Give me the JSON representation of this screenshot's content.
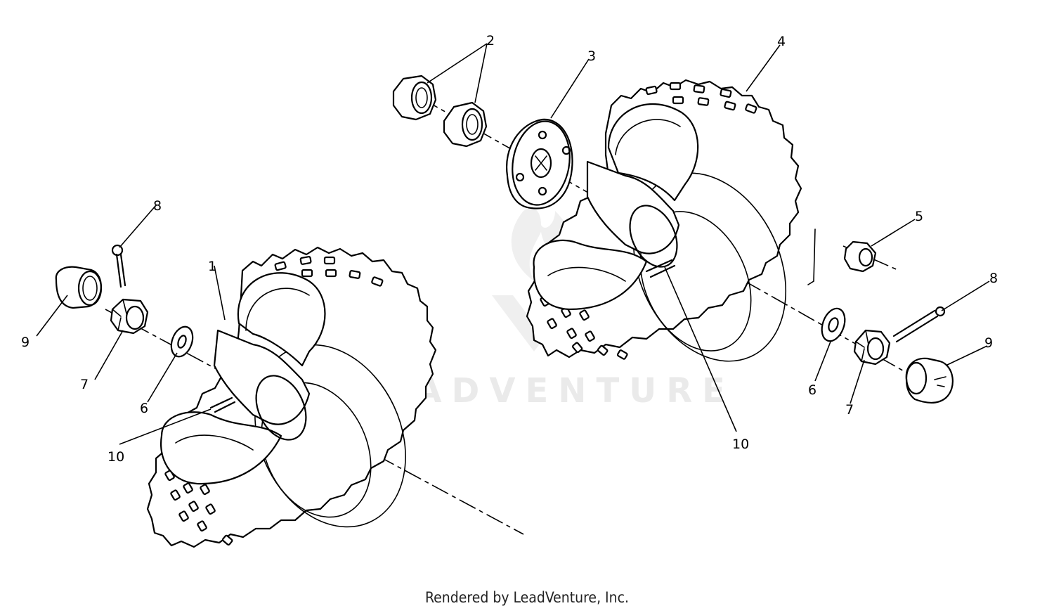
{
  "watermark": "LEADVENTURE",
  "credit": "Rendered by LeadVenture, Inc.",
  "callouts": {
    "left_1": "1",
    "left_6": "6",
    "left_7": "7",
    "left_8": "8",
    "left_9": "9",
    "left_10": "10",
    "right_2": "2",
    "right_3": "3",
    "right_4": "4",
    "right_5": "5",
    "right_6": "6",
    "right_7": "7",
    "right_8": "8",
    "right_9": "9",
    "right_10": "10"
  }
}
